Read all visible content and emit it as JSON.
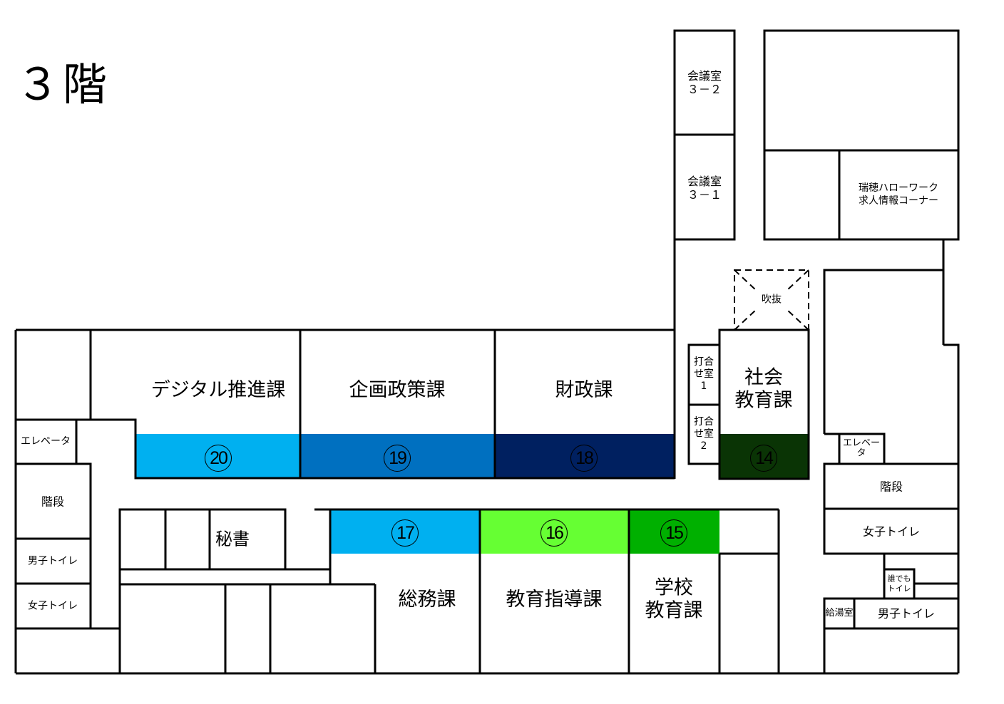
{
  "floor": {
    "title": "３階"
  },
  "colors": {
    "wall": "#000000",
    "background": "#ffffff",
    "c20": "#00b0f0",
    "c19": "#0070c0",
    "c18": "#002060",
    "c14": "#0a3405",
    "c17": "#00b0f0",
    "c16": "#66ff33",
    "c15": "#00b000"
  },
  "departments": [
    {
      "id": "digital",
      "label": "デジタル推進課",
      "number": "⑳",
      "num_text": "20",
      "color_key": "c20"
    },
    {
      "id": "planning",
      "label": "企画政策課",
      "number": "⑲",
      "num_text": "19",
      "color_key": "c19"
    },
    {
      "id": "finance",
      "label": "財政課",
      "number": "⑱",
      "num_text": "18",
      "color_key": "c18"
    },
    {
      "id": "social-education",
      "label": "社会\n教育課",
      "line1": "社会",
      "line2": "教育課",
      "number": "⑭",
      "num_text": "14",
      "color_key": "c14"
    },
    {
      "id": "general-affairs",
      "label": "総務課",
      "number": "⑰",
      "num_text": "17",
      "color_key": "c17"
    },
    {
      "id": "education-guidance",
      "label": "教育指導課",
      "number": "⑯",
      "num_text": "16",
      "color_key": "c16"
    },
    {
      "id": "school-education",
      "label": "学校\n教育課",
      "line1": "学校",
      "line2": "教育課",
      "number": "⑮",
      "num_text": "15",
      "color_key": "c15"
    }
  ],
  "rooms": {
    "meeting_3_2": {
      "line1": "会議室",
      "line2": "３－２"
    },
    "meeting_3_1": {
      "line1": "会議室",
      "line2": "３－１"
    },
    "hellowork": {
      "line1": "瑞穂ハローワーク",
      "line2": "求人情報コーナー"
    },
    "atrium": "吹抜",
    "meeting_small_1": {
      "line1": "打合",
      "line2": "せ室",
      "line3": "1"
    },
    "meeting_small_2": {
      "line1": "打合",
      "line2": "せ室",
      "line3": "2"
    },
    "elevator_right": {
      "line1": "エレベー",
      "line2": "タ"
    },
    "stairs_right": "階段",
    "womens_restroom_right": "女子トイレ",
    "universal_restroom": {
      "line1": "誰でも",
      "line2": "トイレ"
    },
    "kitchenette": "給湯室",
    "mens_restroom_right": "男子トイレ",
    "elevator_left": "エレベータ",
    "stairs_left": "階段",
    "mens_restroom_left": "男子トイレ",
    "womens_restroom_left": "女子トイレ",
    "secretary": "秘書"
  }
}
